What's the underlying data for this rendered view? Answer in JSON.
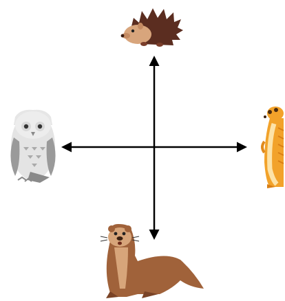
{
  "diagram": {
    "center_label": "",
    "directions": [
      {
        "direction": "up",
        "animal": "hedgehog"
      },
      {
        "direction": "right",
        "animal": "meerkat"
      },
      {
        "direction": "down",
        "animal": "otter"
      },
      {
        "direction": "left",
        "animal": "owl"
      }
    ],
    "colors": {
      "arrow": "#000000",
      "hedgehog_spines": "#5b2d20",
      "hedgehog_face": "#d8a57c",
      "owl_body": "#e6e6e6",
      "owl_shade": "#9a9a9a",
      "meerkat_body": "#f2a22a",
      "otter_body": "#a0623a",
      "otter_light": "#d7a57a"
    }
  }
}
